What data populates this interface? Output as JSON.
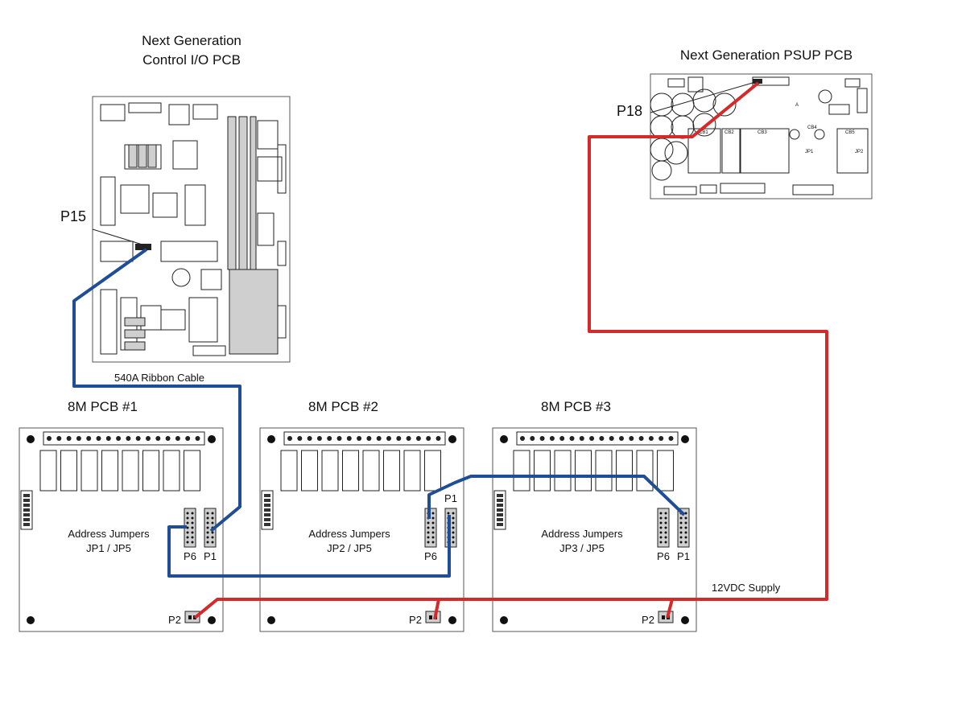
{
  "control_pcb": {
    "title_line1": "Next Generation",
    "title_line2": "Control I/O PCB",
    "connector": "P15"
  },
  "psup_pcb": {
    "title": "Next Generation PSUP PCB",
    "connector": "P18",
    "labels": [
      "CB1",
      "CB2",
      "CB3",
      "CB4",
      "CB5",
      "JP1",
      "JP2",
      "A"
    ]
  },
  "ribbon_cable": {
    "label": "540A Ribbon Cable",
    "color": "#1f4e96"
  },
  "supply": {
    "label": "12VDC Supply",
    "color": "#d42a2a"
  },
  "boards": [
    {
      "title": "8M PCB #1",
      "jumpers_line1": "Address Jumpers",
      "jumpers_line2": "JP1 / JP5",
      "p6": "P6",
      "p1": "P1",
      "p2": "P2"
    },
    {
      "title": "8M PCB #2",
      "jumpers_line1": "Address Jumpers",
      "jumpers_line2": "JP2 / JP5",
      "p6": "P6",
      "p1": "P1",
      "p2": "P2"
    },
    {
      "title": "8M PCB #3",
      "jumpers_line1": "Address Jumpers",
      "jumpers_line2": "JP3 / JP5",
      "p6": "P6",
      "p1": "P1",
      "p2": "P2"
    }
  ]
}
